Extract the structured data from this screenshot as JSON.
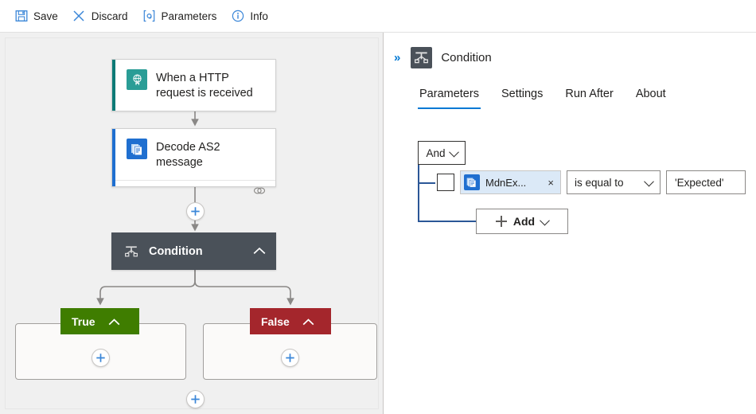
{
  "toolbar": {
    "items": [
      {
        "label": "Save",
        "icon": "save-icon"
      },
      {
        "label": "Discard",
        "icon": "discard-icon"
      },
      {
        "label": "Parameters",
        "icon": "parameters-icon"
      },
      {
        "label": "Info",
        "icon": "info-icon"
      }
    ]
  },
  "canvas": {
    "nodes": [
      {
        "title": "When a HTTP request is received",
        "icon": "http-request-icon",
        "accent": "#0b7a76"
      },
      {
        "title": "Decode AS2 message",
        "icon": "as2-decode-icon",
        "accent": "#1f6fd0",
        "footer_icon": "link-icon"
      },
      {
        "title": "Condition",
        "icon": "condition-scale-icon",
        "background": "#4a5159",
        "collapse_icon": "chevron-up-icon"
      }
    ],
    "branches": [
      {
        "label": "True",
        "color": "#3f7d00",
        "collapse_icon": "chevron-up-icon",
        "add_icon": "plus-icon"
      },
      {
        "label": "False",
        "color": "#a4262c",
        "collapse_icon": "chevron-up-icon",
        "add_icon": "plus-icon"
      }
    ],
    "add_buttons": [
      "plus-icon",
      "plus-icon"
    ]
  },
  "panel": {
    "collapse_glyph": "»",
    "title": "Condition",
    "icon": "condition-scale-icon",
    "tabs": [
      {
        "label": "Parameters",
        "active": true
      },
      {
        "label": "Settings",
        "active": false
      },
      {
        "label": "Run After",
        "active": false
      },
      {
        "label": "About",
        "active": false
      }
    ],
    "condition": {
      "group_operator": "And",
      "row": {
        "checkbox_checked": false,
        "token_label": "MdnEx...",
        "token_icon": "as2-decode-icon",
        "token_remove": "×",
        "operator": "is equal to",
        "value": "'Expected'"
      },
      "add_label": "Add",
      "add_icon": "plus-icon"
    }
  },
  "colors": {
    "accent_blue": "#0078d4",
    "canvas_bg": "#f0f0f0",
    "condition_gray": "#4a5159",
    "true_green": "#3f7d00",
    "false_red": "#a4262c",
    "token_bg": "#dbe9f7"
  }
}
